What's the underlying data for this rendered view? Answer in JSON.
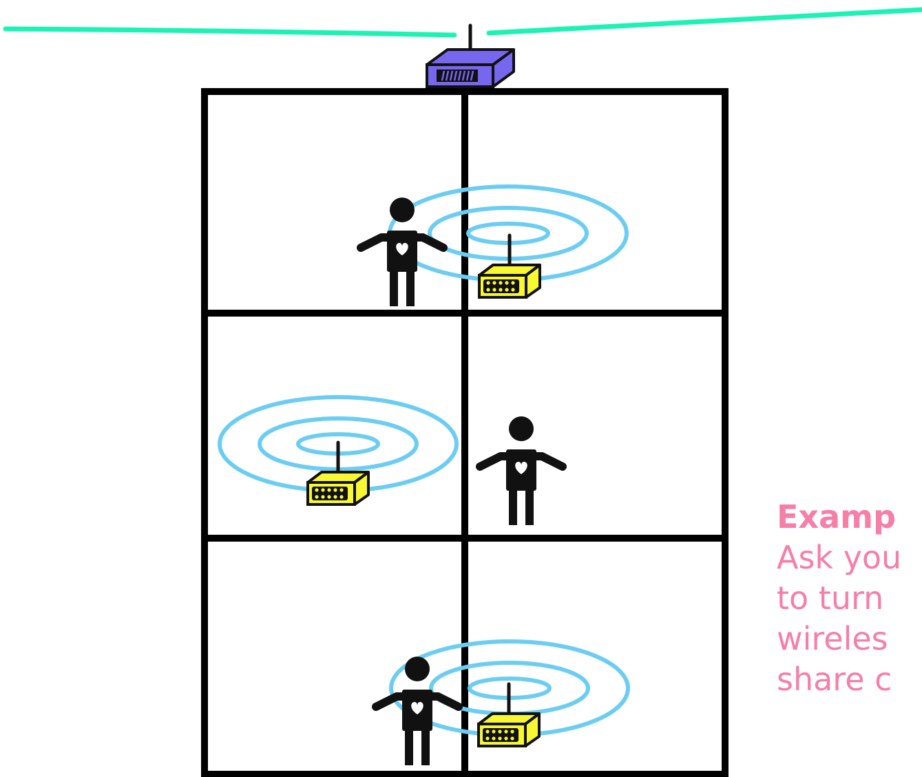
{
  "caption": {
    "heading": "Examp",
    "lines": [
      "Ask you",
      "to turn",
      "wireles",
      "share c"
    ]
  },
  "colors": {
    "cable": "#1bf3b4",
    "main_router": "#7766ee",
    "node_router": "#f8f832",
    "signal": "#6ccdf2",
    "walls": "#000000",
    "caption": "#f77ea5"
  },
  "icons": {
    "main_router": "main-router-icon",
    "node_router": "wireless-node-icon",
    "person": "person-icon",
    "signal": "signal-rings-icon"
  }
}
